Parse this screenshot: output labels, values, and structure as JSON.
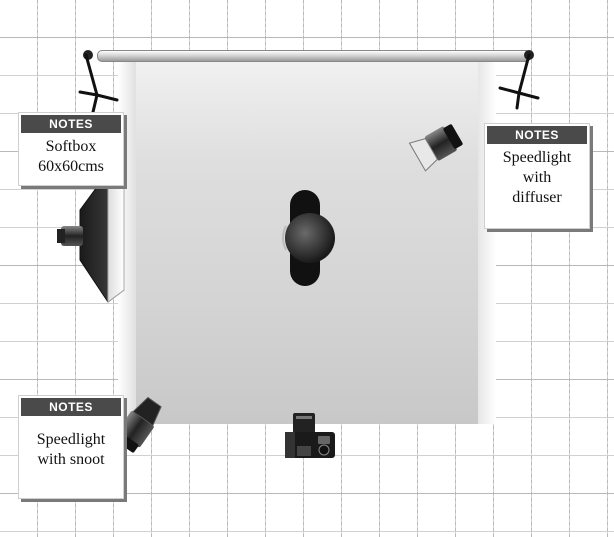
{
  "notes": [
    {
      "header": "NOTES",
      "body": "Softbox\n60x60cms"
    },
    {
      "header": "NOTES",
      "body": "Speedlight\nwith\ndiffuser"
    },
    {
      "header": "NOTES",
      "body": "Speedlight\nwith snoot"
    }
  ],
  "equipment": {
    "backdrop": "backdrop-paper",
    "stands": [
      "light-stand-icon",
      "light-stand-icon"
    ],
    "lights": [
      "softbox-icon",
      "speedlight-icon",
      "speedlight-snoot-icon"
    ],
    "subject": "person-top-view-icon",
    "camera": "camera-icon"
  },
  "colors": {
    "grid": "#b9b9b9",
    "note_header": "#4a4a4a",
    "backdrop": "#d3d3d3"
  }
}
